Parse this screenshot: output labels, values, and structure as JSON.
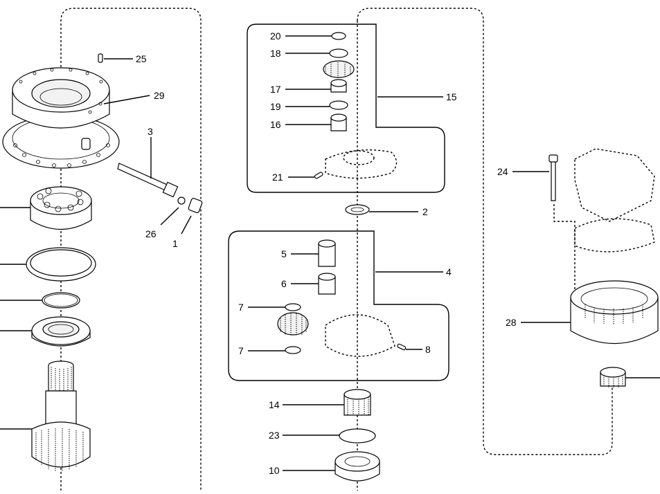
{
  "callouts": [
    {
      "id": "c25",
      "label": "25"
    },
    {
      "id": "c29",
      "label": "29"
    },
    {
      "id": "c3",
      "label": "3"
    },
    {
      "id": "c26",
      "label": "26"
    },
    {
      "id": "c1",
      "label": "1"
    },
    {
      "id": "c20",
      "label": "20"
    },
    {
      "id": "c18",
      "label": "18"
    },
    {
      "id": "c17",
      "label": "17"
    },
    {
      "id": "c19",
      "label": "19"
    },
    {
      "id": "c16",
      "label": "16"
    },
    {
      "id": "c21",
      "label": "21"
    },
    {
      "id": "c15",
      "label": "15"
    },
    {
      "id": "c2",
      "label": "2"
    },
    {
      "id": "c5",
      "label": "5"
    },
    {
      "id": "c6",
      "label": "6"
    },
    {
      "id": "c4",
      "label": "4"
    },
    {
      "id": "c7a",
      "label": "7"
    },
    {
      "id": "c7b",
      "label": "7"
    },
    {
      "id": "c8",
      "label": "8"
    },
    {
      "id": "c14",
      "label": "14"
    },
    {
      "id": "c23",
      "label": "23"
    },
    {
      "id": "c10",
      "label": "10"
    },
    {
      "id": "c24",
      "label": "24"
    },
    {
      "id": "c28",
      "label": "28"
    }
  ]
}
